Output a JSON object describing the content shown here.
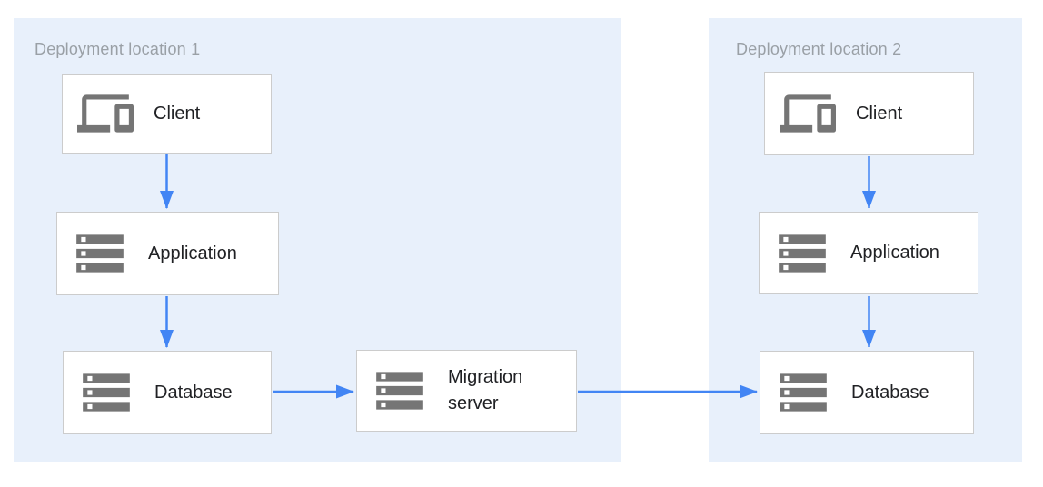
{
  "regions": [
    {
      "id": "deployment-location-1",
      "label": "Deployment location 1"
    },
    {
      "id": "deployment-location-2",
      "label": "Deployment location 2"
    }
  ],
  "nodes": {
    "client1": {
      "label": "Client",
      "icon": "devices-icon",
      "region": "Deployment location 1"
    },
    "application1": {
      "label": "Application",
      "icon": "server-stack-icon",
      "region": "Deployment location 1"
    },
    "database1": {
      "label": "Database",
      "icon": "server-stack-icon",
      "region": "Deployment location 1"
    },
    "migration_server": {
      "label": "Migration server",
      "icon": "server-stack-icon",
      "region": "Deployment location 1"
    },
    "client2": {
      "label": "Client",
      "icon": "devices-icon",
      "region": "Deployment location 2"
    },
    "application2": {
      "label": "Application",
      "icon": "server-stack-icon",
      "region": "Deployment location 2"
    },
    "database2": {
      "label": "Database",
      "icon": "server-stack-icon",
      "region": "Deployment location 2"
    }
  },
  "edges": [
    {
      "from": "client1",
      "to": "application1"
    },
    {
      "from": "application1",
      "to": "database1"
    },
    {
      "from": "database1",
      "to": "migration_server"
    },
    {
      "from": "migration_server",
      "to": "database2"
    },
    {
      "from": "client2",
      "to": "application2"
    },
    {
      "from": "application2",
      "to": "database2"
    }
  ],
  "colors": {
    "region_background": "#e8f0fb",
    "arrow": "#4285f4",
    "icon": "#757575",
    "node_border": "#cccccc",
    "node_background": "#ffffff",
    "region_title": "#9aa0a6",
    "node_label": "#202124"
  }
}
